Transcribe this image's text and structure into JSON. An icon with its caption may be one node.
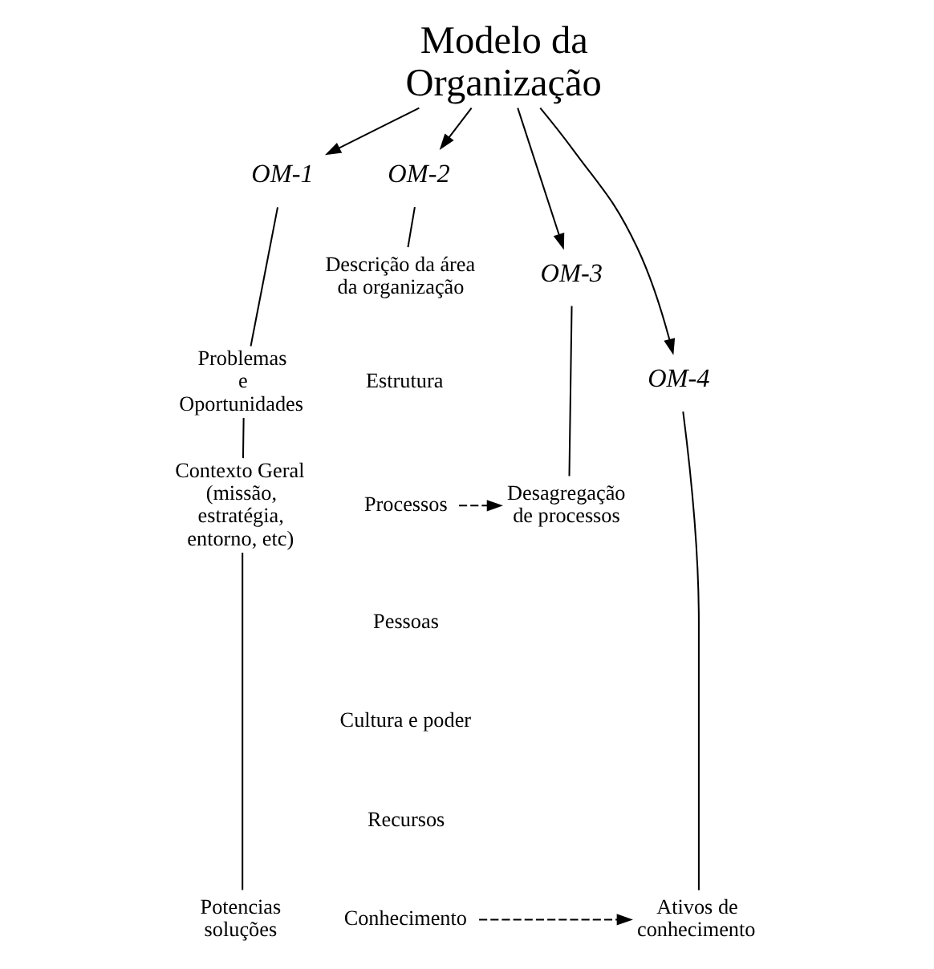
{
  "diagram": {
    "nodes": [
      {
        "text": [
          "Modelo da Organização"
        ]
      },
      {
        "text": [
          "OM-1"
        ]
      },
      {
        "text": [
          "OM-2"
        ]
      },
      {
        "text": [
          "OM-3"
        ]
      },
      {
        "text": [
          "OM-4"
        ]
      },
      {
        "text": [
          "Problemas e Oportunidades"
        ]
      },
      {
        "text": [
          "Contexto Geral (missão, estratégia, entorno, etc)"
        ]
      },
      {
        "text": [
          "Potencias soluções"
        ]
      },
      {
        "text": [
          "Descrição da área da organização"
        ]
      },
      {
        "text": [
          "Processos"
        ]
      },
      {
        "text": [
          "Conhecimento"
        ]
      },
      {
        "text": [
          "Desagregação de processos"
        ]
      },
      {
        "text": [
          "Ativos de conhecimento"
        ]
      }
    ],
    "edges": [
      {
        "from": 0,
        "to": 1,
        "arrow": "to"
      },
      {
        "from": 0,
        "to": 2,
        "arrow": "to"
      },
      {
        "from": 0,
        "to": 3,
        "arrow": "to"
      },
      {
        "from": 0,
        "to": 4,
        "arrow": "to"
      },
      {
        "from": 1,
        "to": 5,
        "arrow": "none"
      },
      {
        "from": 5,
        "to": 6,
        "arrow": "none"
      },
      {
        "from": 6,
        "to": 7,
        "arrow": "none"
      },
      {
        "from": 2,
        "to": 8,
        "arrow": "none"
      },
      {
        "from": 3,
        "to": 11,
        "arrow": "none"
      },
      {
        "from": 4,
        "to": 12,
        "arrow": "none"
      },
      {
        "from": 9,
        "to": 11,
        "arrow": "to",
        "style": "dashed"
      },
      {
        "from": 10,
        "to": 12,
        "arrow": "to",
        "style": "dashed"
      }
    ],
    "labels": [
      "Estrutura",
      "Pessoas",
      "Cultura e poder",
      "Recursos"
    ]
  }
}
